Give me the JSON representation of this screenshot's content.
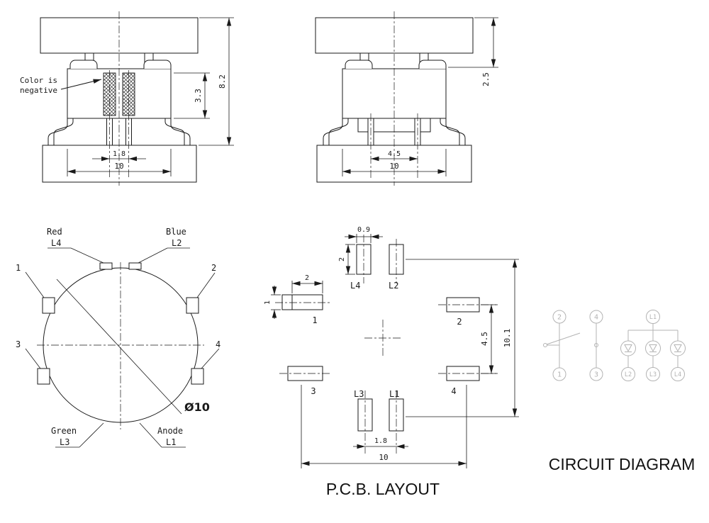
{
  "front": {
    "note1": "Color is",
    "note2": "negative",
    "d33": "3.3",
    "d82": "8.2",
    "d18": "1.8",
    "d10": "10"
  },
  "side": {
    "d25": "2.5",
    "d45": "4.5",
    "d10": "10"
  },
  "top": {
    "red": "Red",
    "l4": "L4",
    "blue": "Blue",
    "l2": "L2",
    "green": "Green",
    "l3": "L3",
    "anode": "Anode",
    "l1": "L1",
    "p1": "1",
    "p2": "2",
    "p3": "3",
    "p4": "4",
    "dia": "Ø10"
  },
  "pcb": {
    "title": "P.C.B. LAYOUT",
    "d09": "0.9",
    "dv2": "2",
    "dh2": "2",
    "d1": "1",
    "d45": "4.5",
    "d101": "10.1",
    "d18": "1.8",
    "d10": "10",
    "l1": "L1",
    "l2": "L2",
    "l3": "L3",
    "l4": "L4",
    "p1": "1",
    "p2": "2",
    "p3": "3",
    "p4": "4"
  },
  "circuit": {
    "title": "CIRCUIT DIAGRAM",
    "s1": "1",
    "s2": "2",
    "s3": "3",
    "s4": "4",
    "l1": "L1",
    "l2": "L2",
    "l3": "L3",
    "l4": "L4"
  },
  "colors": {
    "line": "#1a1a1a",
    "gray": "#b3b3b3"
  }
}
